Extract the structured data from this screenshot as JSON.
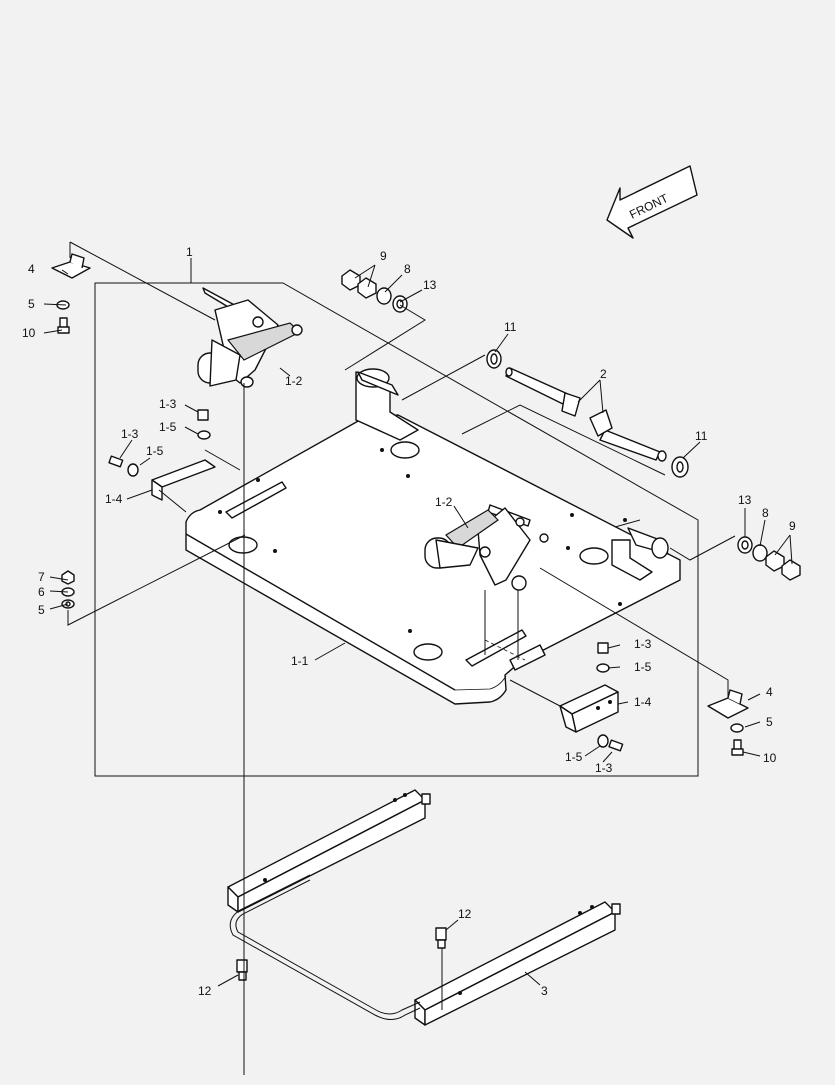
{
  "diagram": {
    "front_arrow": "FRONT",
    "labels": {
      "l_1": "1",
      "l_1_1": "1-1",
      "l_1_2_a": "1-2",
      "l_1_2_b": "1-2",
      "l_1_3_a": "1-3",
      "l_1_3_b": "1-3",
      "l_1_3_c": "1-3",
      "l_1_3_d": "1-3",
      "l_1_4_a": "1-4",
      "l_1_4_b": "1-4",
      "l_1_5_a": "1-5",
      "l_1_5_b": "1-5",
      "l_1_5_c": "1-5",
      "l_1_5_d": "1-5",
      "l_2": "2",
      "l_3": "3",
      "l_4_a": "4",
      "l_4_b": "4",
      "l_5_a": "5",
      "l_5_b": "5",
      "l_5_c": "5",
      "l_6": "6",
      "l_7": "7",
      "l_8_a": "8",
      "l_8_b": "8",
      "l_9_a": "9",
      "l_9_b": "9",
      "l_10_a": "10",
      "l_10_b": "10",
      "l_11_a": "11",
      "l_11_b": "11",
      "l_12_a": "12",
      "l_12_b": "12",
      "l_13_a": "13",
      "l_13_b": "13"
    }
  }
}
